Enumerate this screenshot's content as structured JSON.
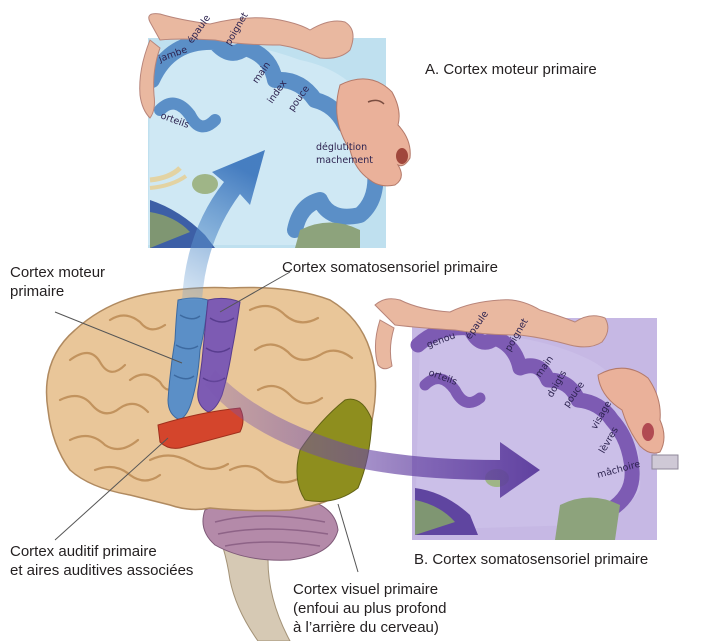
{
  "panel_a": {
    "title": "A. Cortex moteur primaire",
    "regions": [
      "jambe",
      "épaule",
      "poignet",
      "main",
      "index",
      "pouce",
      "déglutition",
      "machement",
      "orteils"
    ]
  },
  "panel_b": {
    "title": "B. Cortex somatosensoriel primaire",
    "regions": [
      "genou",
      "épaule",
      "orteils",
      "poignet",
      "main",
      "doigts",
      "pouce",
      "visage",
      "lèvres",
      "mâchoire"
    ]
  },
  "brain_labels": {
    "motor": "Cortex moteur\nprimaire",
    "somatosensory": "Cortex somatosensoriel primaire",
    "auditory": "Cortex auditif primaire\net aires auditives associées",
    "visual": "Cortex visuel primaire\n(enfoui au plus profond\nà l’arrière du cerveau)"
  },
  "colors": {
    "motor_blue": "#5b8fc7",
    "motor_panel": "#bfe0ef",
    "somato_purple": "#7d5bb3",
    "somato_panel": "#c6b8e4",
    "auditory_red": "#d4452c",
    "visual_olive": "#8e8e1e",
    "brain_tan": "#e9c699"
  }
}
